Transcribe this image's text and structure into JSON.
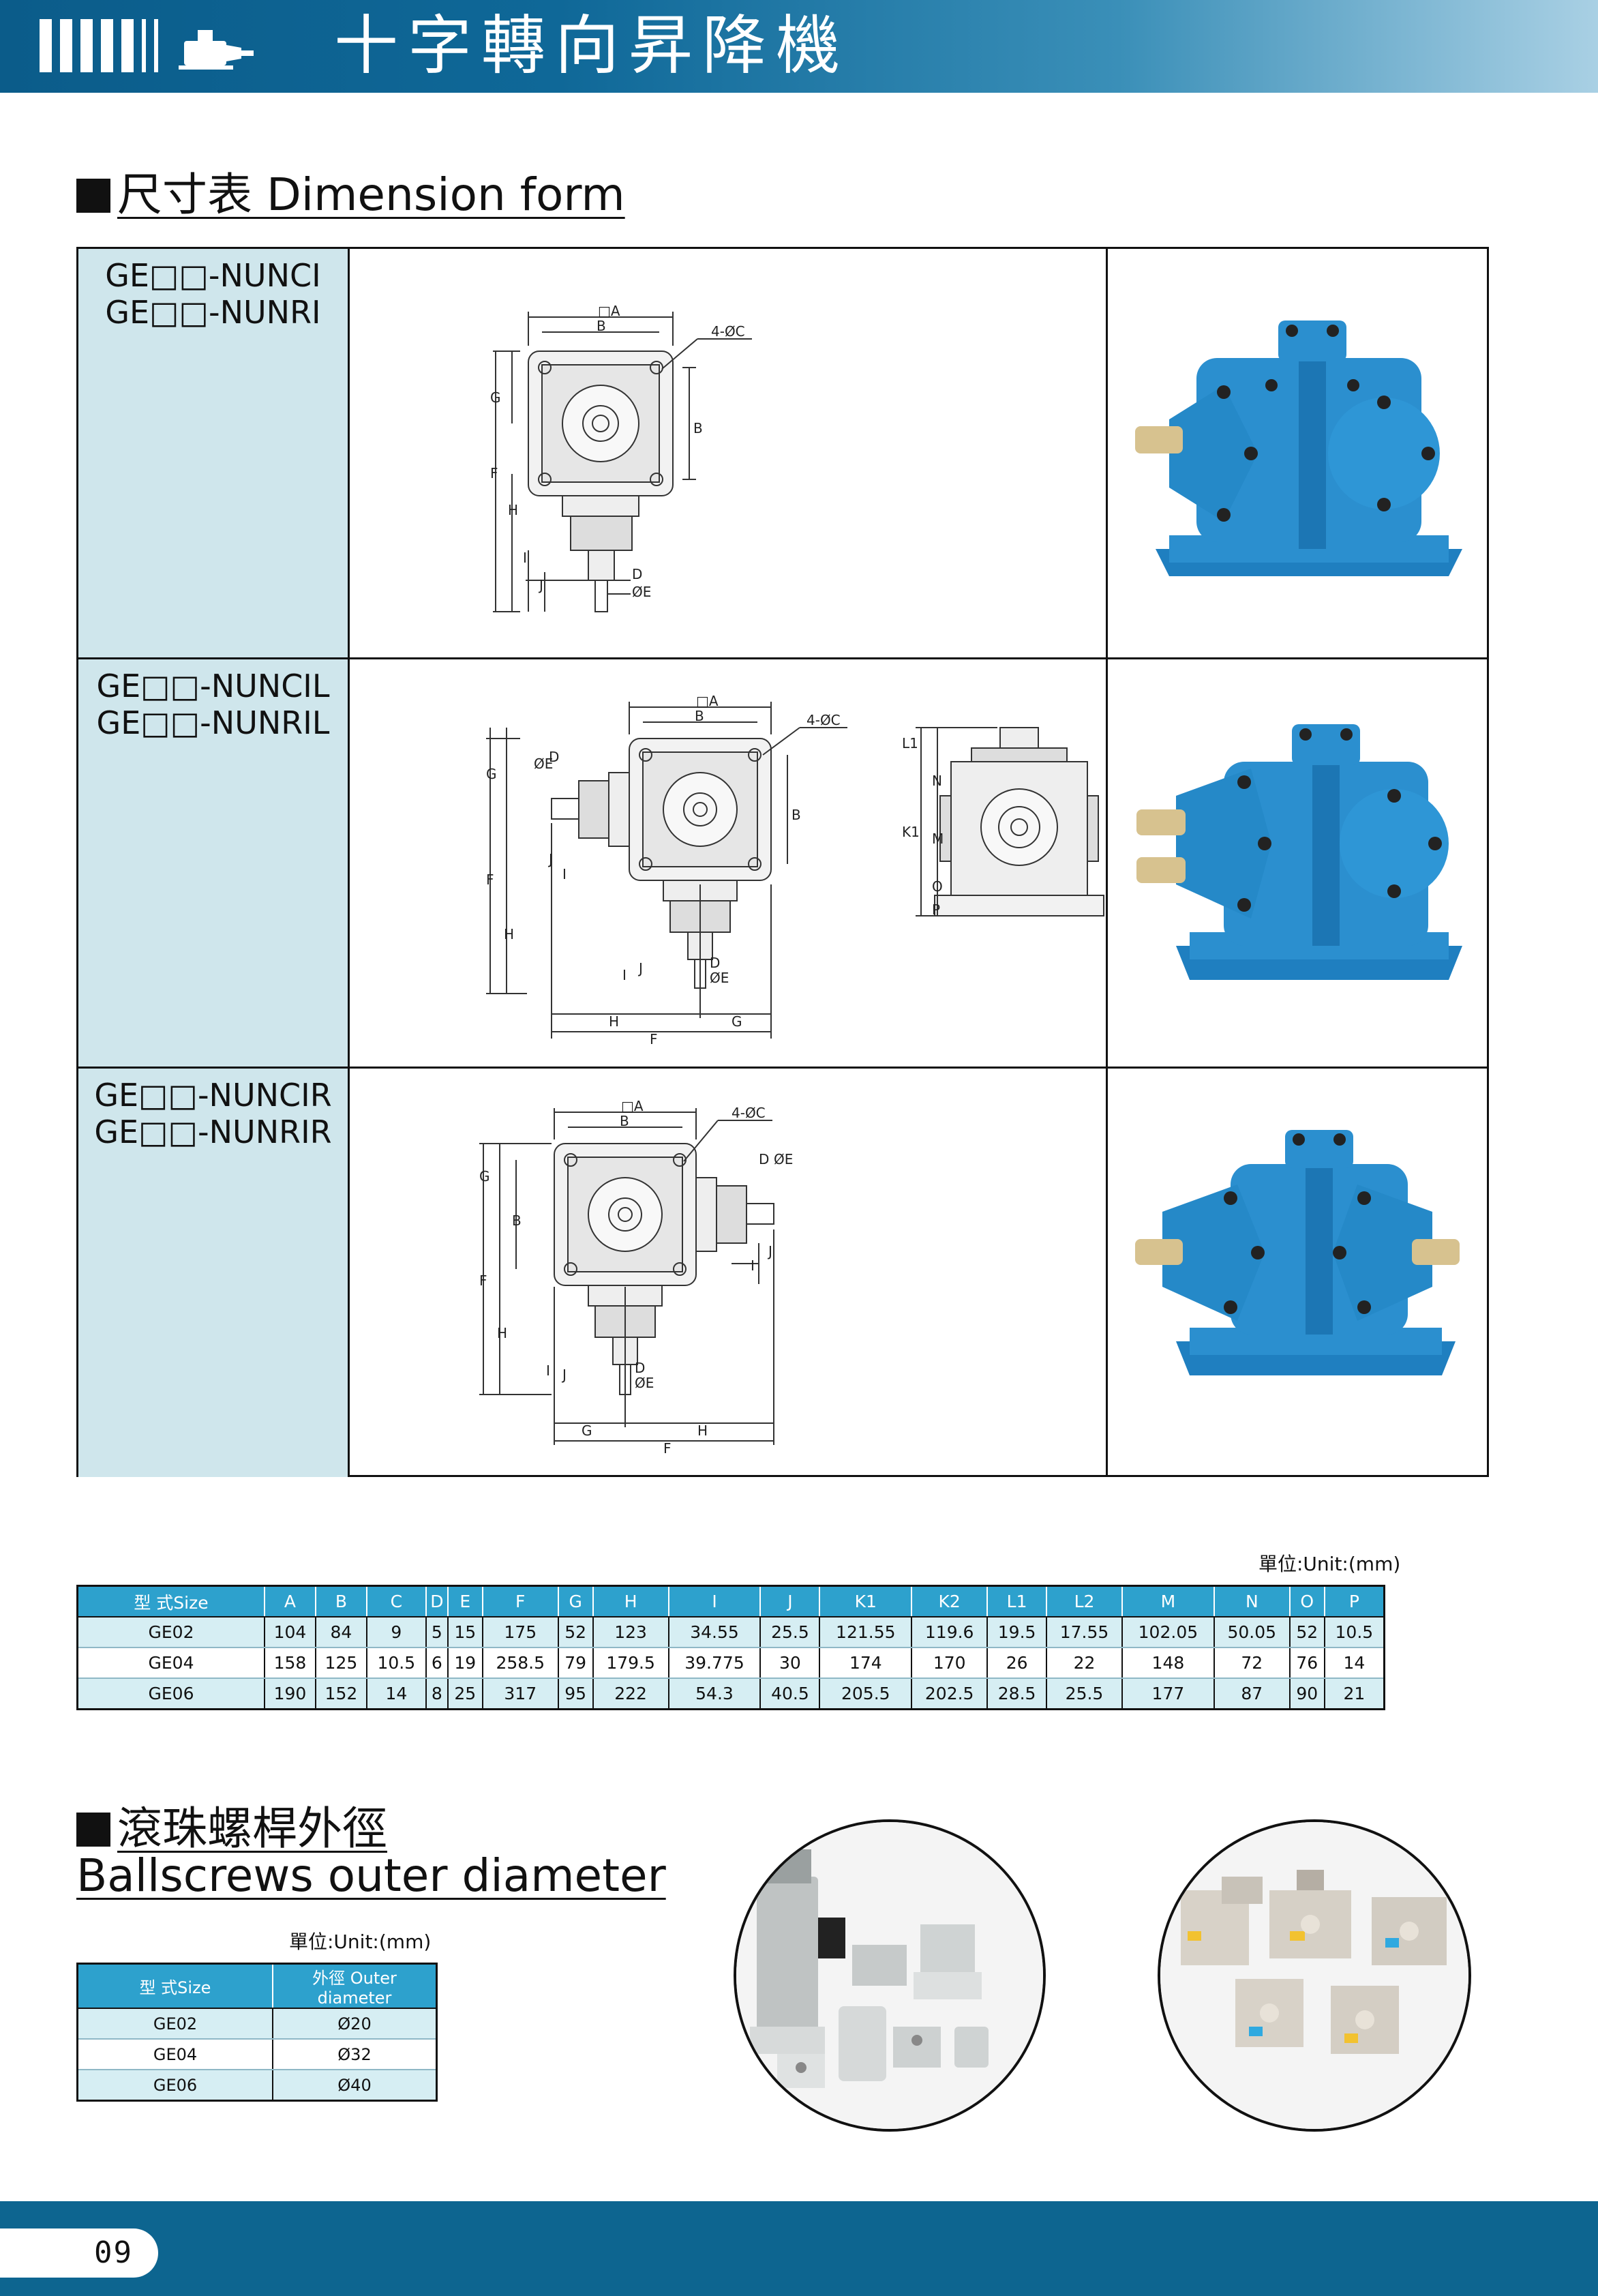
{
  "header": {
    "title": "十字轉向昇降機"
  },
  "dimension_section": {
    "title": "尺寸表 Dimension form"
  },
  "models": [
    {
      "line1": "GE□□-NUNCI",
      "line2": "GE□□-NUNRI"
    },
    {
      "line1": "GE□□-NUNCIL",
      "line2": "GE□□-NUNRIL"
    },
    {
      "line1": "GE□□-NUNCIR",
      "line2": "GE□□-NUNRIR"
    }
  ],
  "drawing_labels": {
    "a": "□A",
    "b": "B",
    "c": "4-ØC",
    "d": "D",
    "e": "ØE",
    "f": "F",
    "g": "G",
    "h": "H",
    "i": "I",
    "j": "J",
    "k1": "K1",
    "l1": "L1",
    "m": "M",
    "n": "N",
    "o": "O",
    "p": "P"
  },
  "spec_unit": "單位:Unit:(mm)",
  "spec_table": {
    "headers": [
      "型 式Size",
      "A",
      "B",
      "C",
      "D",
      "E",
      "F",
      "G",
      "H",
      "I",
      "J",
      "K1",
      "K2",
      "L1",
      "L2",
      "M",
      "N",
      "O",
      "P"
    ],
    "rows": [
      [
        "GE02",
        "104",
        "84",
        "9",
        "5",
        "15",
        "175",
        "52",
        "123",
        "34.55",
        "25.5",
        "121.55",
        "119.6",
        "19.5",
        "17.55",
        "102.05",
        "50.05",
        "52",
        "10.5"
      ],
      [
        "GE04",
        "158",
        "125",
        "10.5",
        "6",
        "19",
        "258.5",
        "79",
        "179.5",
        "39.775",
        "30",
        "174",
        "170",
        "26",
        "22",
        "148",
        "72",
        "76",
        "14"
      ],
      [
        "GE06",
        "190",
        "152",
        "14",
        "8",
        "25",
        "317",
        "95",
        "222",
        "54.3",
        "40.5",
        "205.5",
        "202.5",
        "28.5",
        "25.5",
        "177",
        "87",
        "90",
        "21"
      ]
    ]
  },
  "ballscrew_section": {
    "title_zh": "滾珠螺桿外徑",
    "title_en": "Ballscrews outer diameter"
  },
  "dia_unit": "單位:Unit:(mm)",
  "dia_table": {
    "headers": [
      "型 式Size",
      "外徑 Outer diameter"
    ],
    "rows": [
      [
        "GE02",
        "Ø20"
      ],
      [
        "GE04",
        "Ø32"
      ],
      [
        "GE06",
        "Ø40"
      ]
    ]
  },
  "footer": {
    "page": "09"
  },
  "colors": {
    "header_blue": "#0b5c8a",
    "table_header": "#2da1cd",
    "label_bg": "#cfe6ec",
    "product_blue": "#2b8fcf"
  }
}
